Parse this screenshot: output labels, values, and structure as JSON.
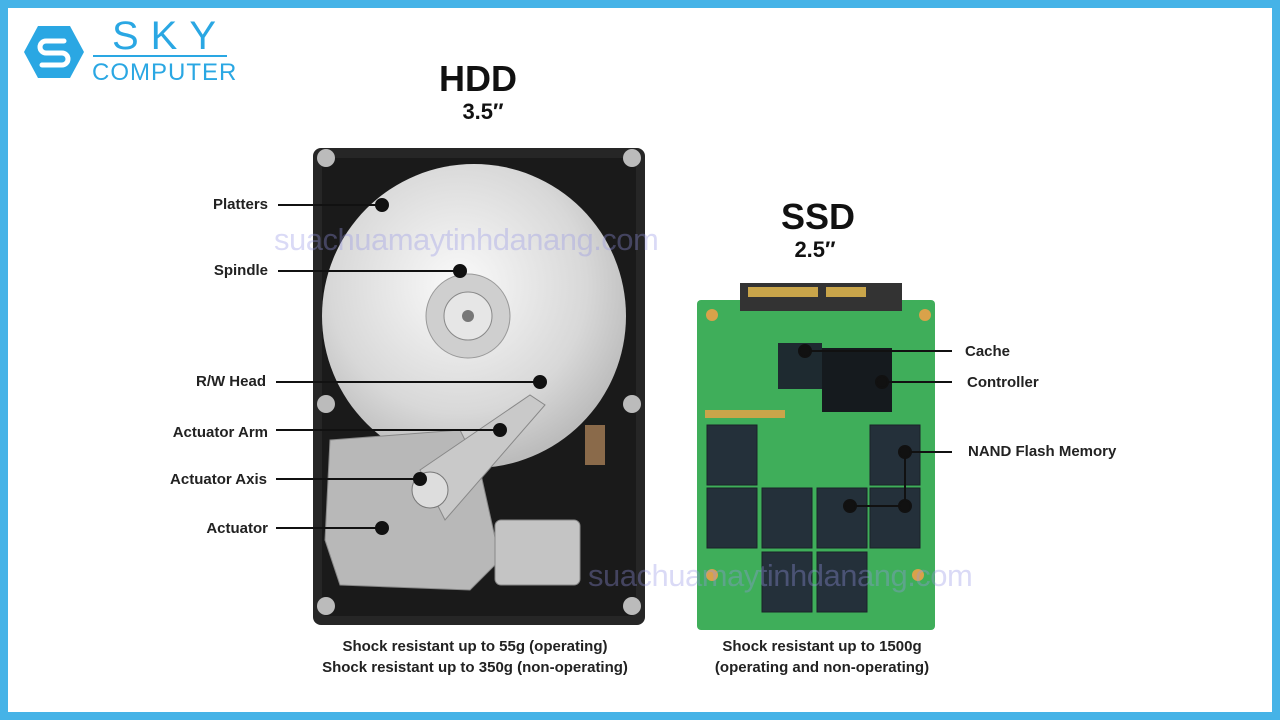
{
  "logo": {
    "top": "SKY",
    "bottom": "COMPUTER"
  },
  "hdd": {
    "title": "HDD",
    "size": "3.5″",
    "labels": [
      "Platters",
      "Spindle",
      "R/W Head",
      "Actuator Arm",
      "Actuator Axis",
      "Actuator"
    ],
    "caption": [
      "Shock resistant up to 55g (operating)",
      "Shock resistant up to 350g (non-operating)"
    ]
  },
  "ssd": {
    "title": "SSD",
    "size": "2.5″",
    "labels": [
      "Cache",
      "Controller",
      "NAND Flash Memory"
    ],
    "caption": [
      "Shock resistant up to 1500g",
      "(operating and non-operating)"
    ]
  },
  "watermark": "suachuamaytinhdanang.com",
  "colors": {
    "frame": "#45b3e7",
    "brand": "#2aa7e3",
    "pcb": "#3fae5a"
  }
}
